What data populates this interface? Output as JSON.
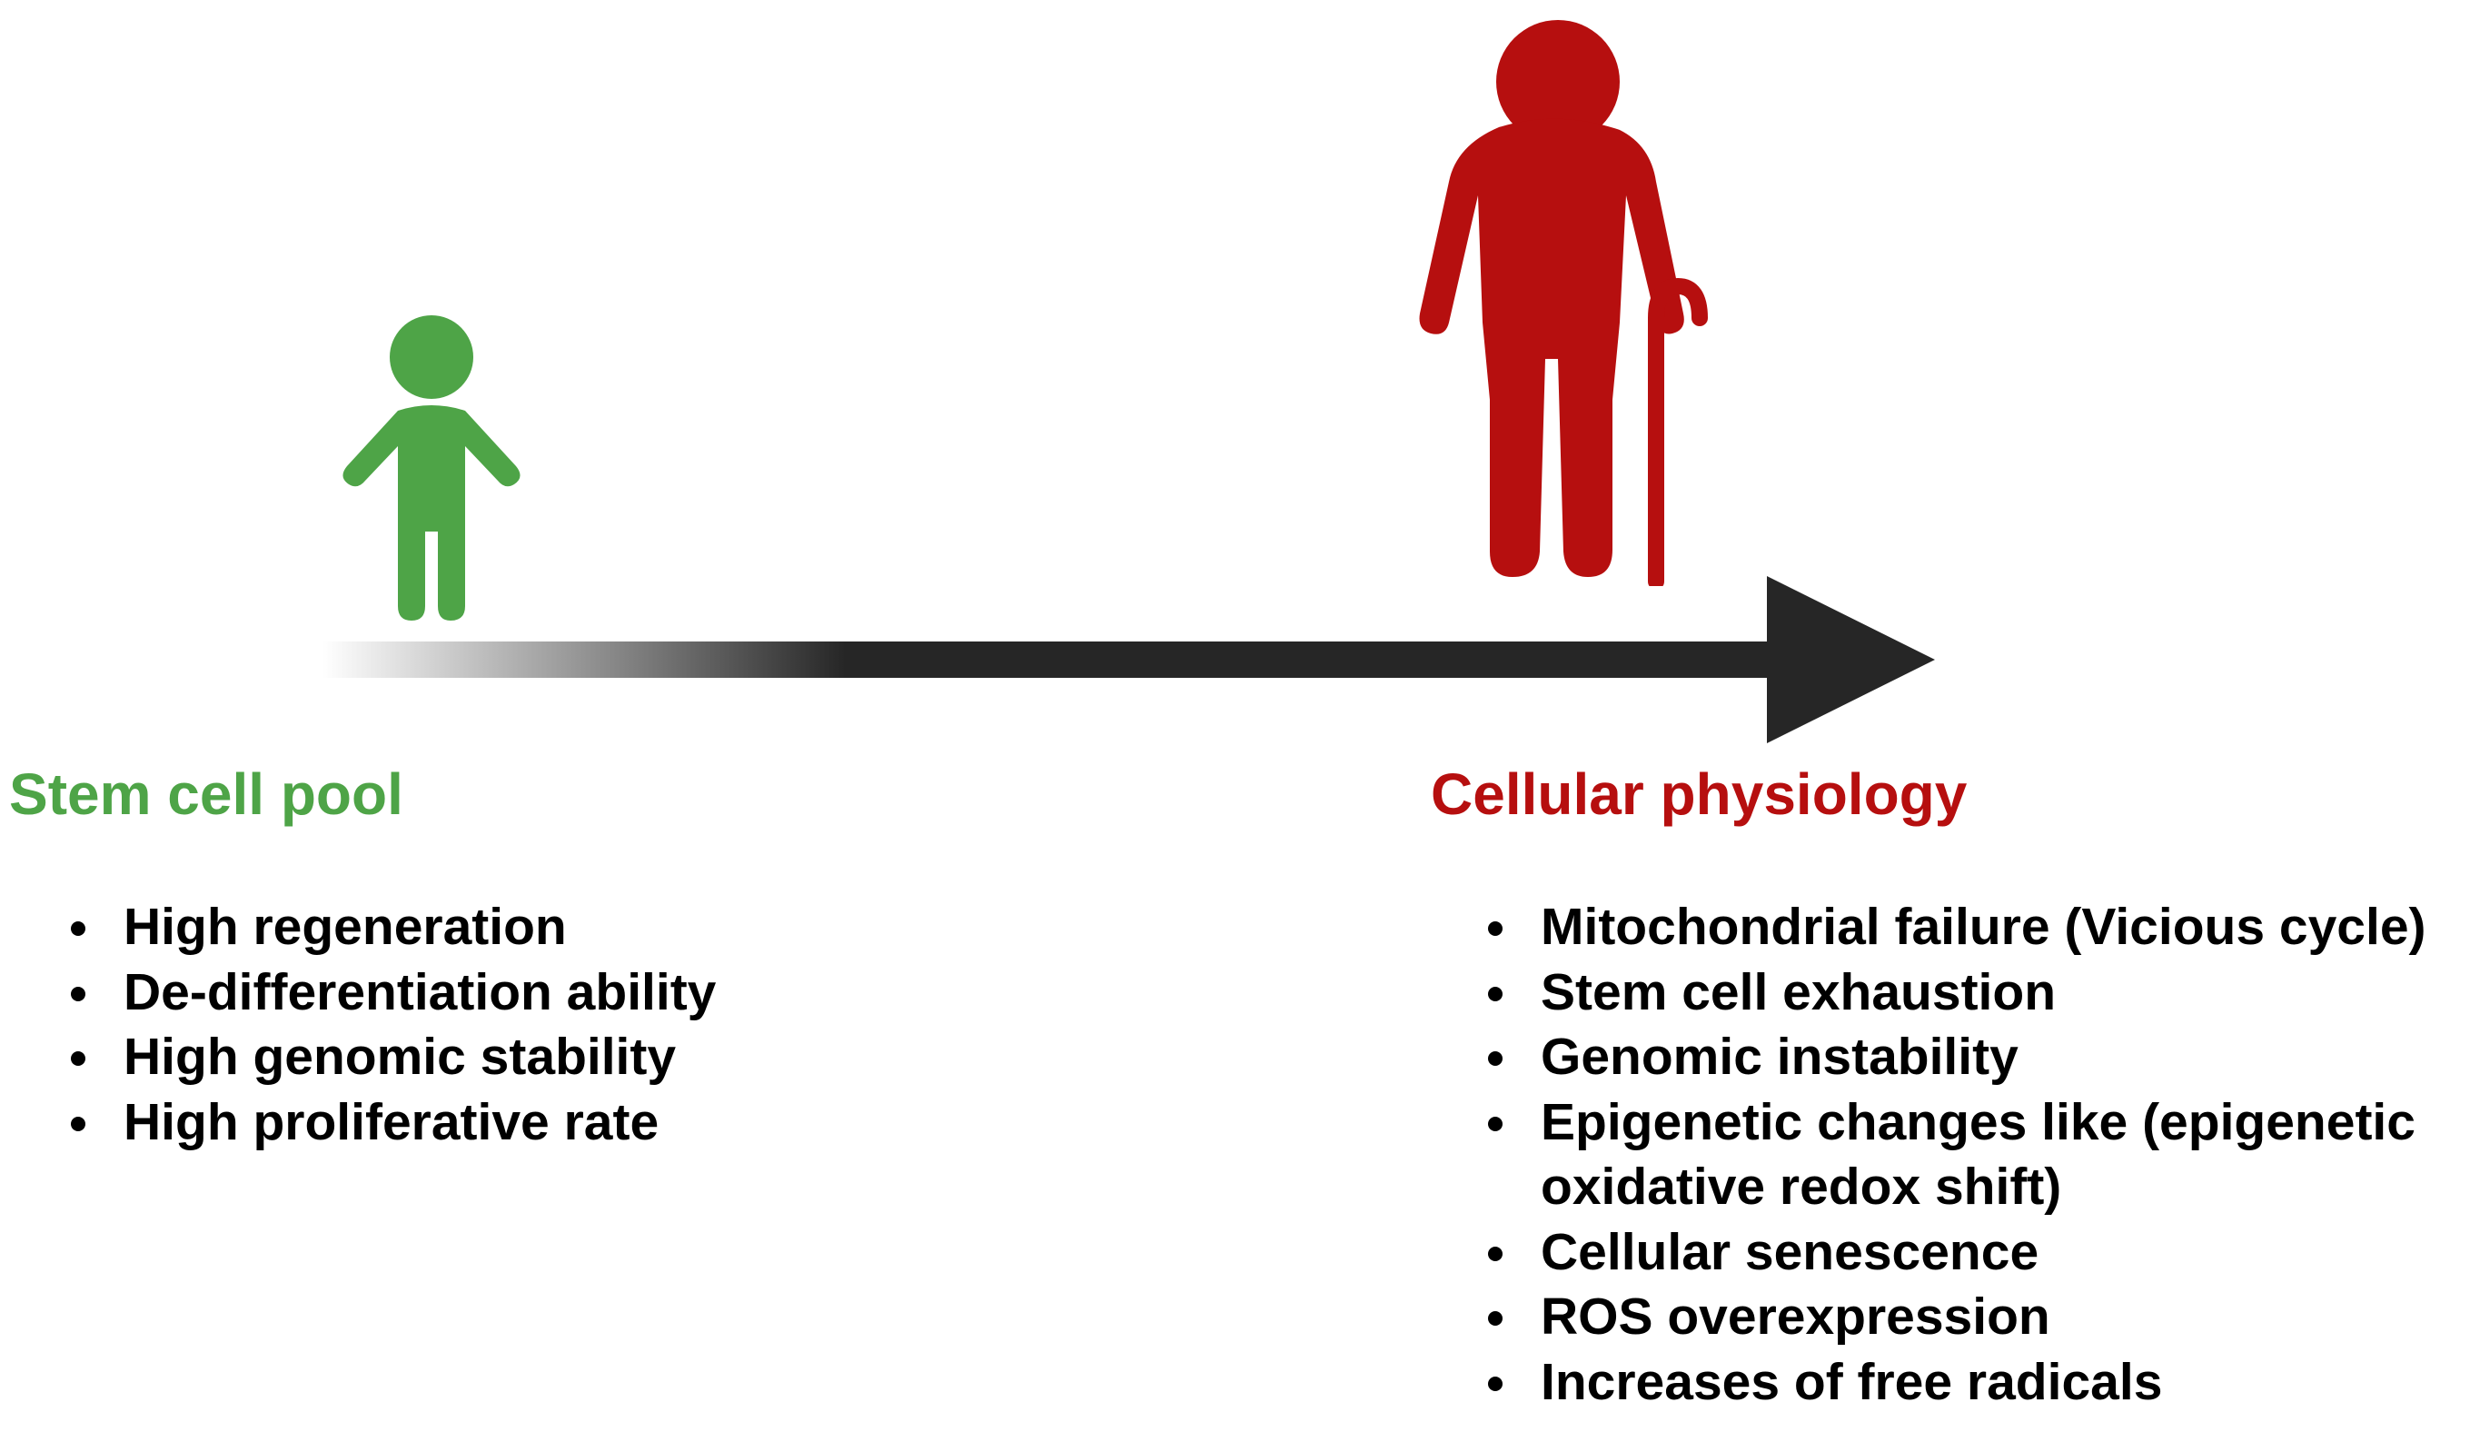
{
  "colors": {
    "young": "#4ea447",
    "old": "#b60f0f",
    "arrow": "#262626"
  },
  "figures": {
    "young_icon": "child-icon",
    "old_icon": "elderly-person-with-cane-icon",
    "arrow_icon": "gradient-arrow-icon"
  },
  "left": {
    "heading": "Stem cell pool",
    "items": [
      "High regeneration",
      "De-differentiation ability",
      "High genomic stability",
      "High proliferative rate"
    ]
  },
  "right": {
    "heading": "Cellular physiology",
    "items": [
      "Mitochondrial failure (Vicious cycle)",
      "Stem cell exhaustion",
      "Genomic instability",
      "Epigenetic changes like (epigenetic oxidative redox shift)",
      "Cellular senescence",
      "ROS overexpression",
      "Increases of free radicals"
    ]
  }
}
